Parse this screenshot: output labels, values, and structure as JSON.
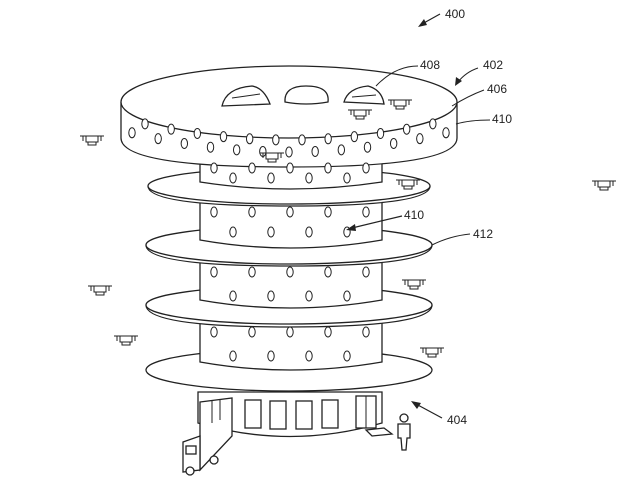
{
  "figure": {
    "labels": {
      "l400": "400",
      "l402": "402",
      "l404": "404",
      "l406": "406",
      "l408": "408",
      "l410_top": "410",
      "l410_mid": "410",
      "l412": "412"
    }
  }
}
